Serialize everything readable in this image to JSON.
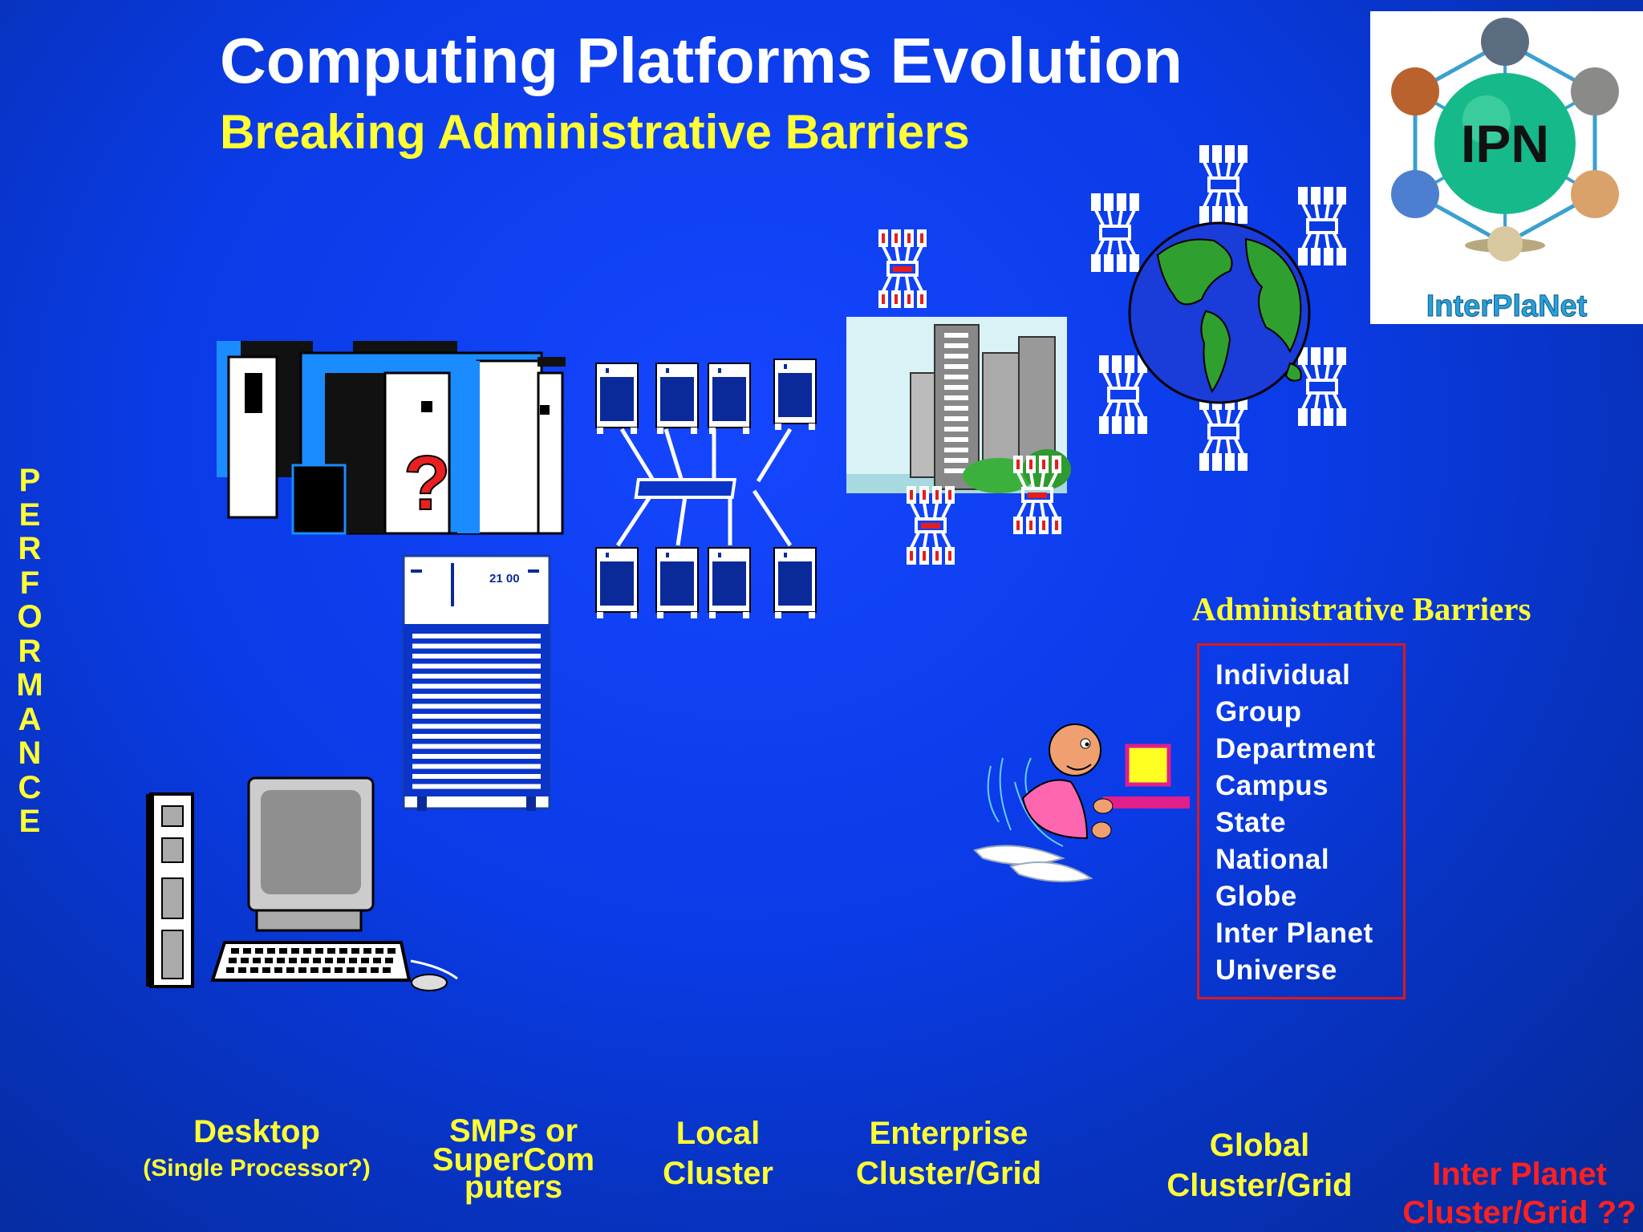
{
  "slide": {
    "title": "Computing Platforms Evolution",
    "subtitle": "Breaking Administrative Barriers",
    "axis_label": "PERFORMANCE"
  },
  "logo": {
    "acronym": "IPN",
    "name": "InterPlaNet"
  },
  "smp_label": "21 00",
  "captions": {
    "desktop": {
      "line1": "Desktop",
      "line2": "(Single Processor?)"
    },
    "smps": {
      "line1": "SMPs or",
      "line2": "SuperCom",
      "line3": "puters"
    },
    "local": {
      "line1": "Local",
      "line2": "Cluster"
    },
    "enterprise": {
      "line1": "Enterprise",
      "line2": "Cluster/Grid"
    },
    "global": {
      "line1": "Global",
      "line2": "Cluster/Grid"
    },
    "interplanet": {
      "line1": "Inter Planet",
      "line2": "Cluster/Grid ??"
    }
  },
  "barriers": {
    "heading": "Administrative Barriers",
    "items": [
      "Individual",
      "Group",
      "Department",
      "Campus",
      "State",
      "National",
      "Globe",
      "Inter Planet",
      "Universe"
    ]
  },
  "colors": {
    "background": "#0a3be6",
    "title": "#ffffff",
    "accent": "#ffff33",
    "barrier_box": "#e01818",
    "interplanet_caption": "#ff2020"
  }
}
